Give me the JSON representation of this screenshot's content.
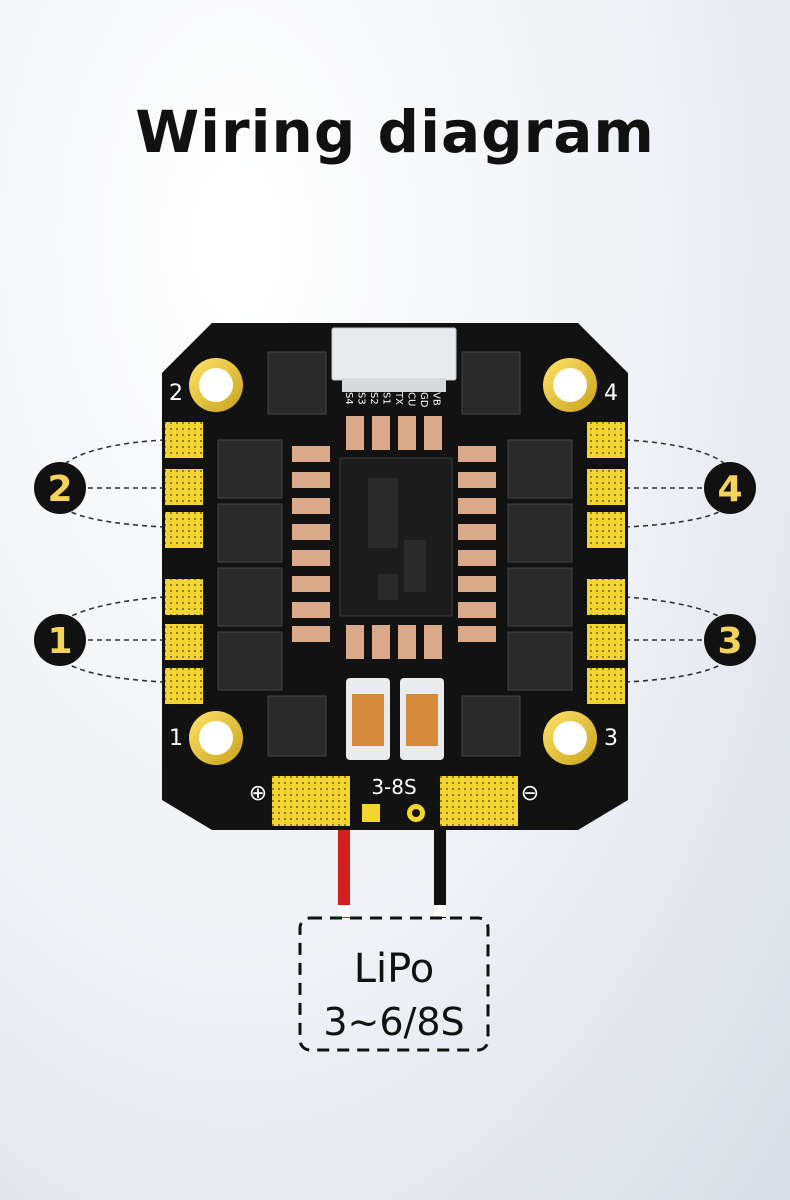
{
  "title": "Wiring diagram",
  "corner_labels": {
    "top_left": "2",
    "top_right": "4",
    "bottom_left": "1",
    "bottom_right": "3"
  },
  "motor_badges": {
    "left_top": "2",
    "left_bottom": "1",
    "right_top": "4",
    "right_bottom": "3"
  },
  "connector_pins": [
    "S4",
    "S3",
    "S2",
    "S1",
    "TX",
    "CU",
    "GD",
    "VB"
  ],
  "voltage_label": "3-8S",
  "positive_symbol": "⊕",
  "negative_symbol": "⊖",
  "battery": {
    "line1": "LiPo",
    "line2": "3~6/8S"
  },
  "colors": {
    "pcb": "#121212",
    "gold_pad": "#f5d832",
    "badge_fill": "#111111",
    "badge_text": "#f5d25a",
    "positive_wire": "#d21f1f",
    "negative_wire": "#111111"
  }
}
